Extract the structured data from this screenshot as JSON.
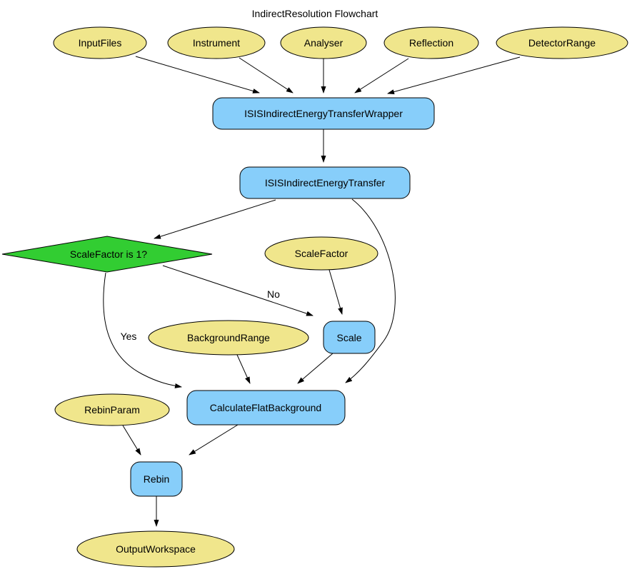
{
  "title": "IndirectResolution Flowchart",
  "nodes": {
    "input_files": {
      "label": "InputFiles",
      "type": "parameter"
    },
    "instrument": {
      "label": "Instrument",
      "type": "parameter"
    },
    "analyser": {
      "label": "Analyser",
      "type": "parameter"
    },
    "reflection": {
      "label": "Reflection",
      "type": "parameter"
    },
    "detector_range": {
      "label": "DetectorRange",
      "type": "parameter"
    },
    "wrapper": {
      "label": "ISISIndirectEnergyTransferWrapper",
      "type": "algorithm"
    },
    "transfer": {
      "label": "ISISIndirectEnergyTransfer",
      "type": "algorithm"
    },
    "scale_decision": {
      "label": "ScaleFactor is 1?",
      "type": "decision"
    },
    "scale_factor": {
      "label": "ScaleFactor",
      "type": "parameter"
    },
    "background_range": {
      "label": "BackgroundRange",
      "type": "parameter"
    },
    "scale": {
      "label": "Scale",
      "type": "algorithm"
    },
    "calculate_flat_background": {
      "label": "CalculateFlatBackground",
      "type": "algorithm"
    },
    "rebin_param": {
      "label": "RebinParam",
      "type": "parameter"
    },
    "rebin": {
      "label": "Rebin",
      "type": "algorithm"
    },
    "output_workspace": {
      "label": "OutputWorkspace",
      "type": "parameter"
    }
  },
  "edge_labels": {
    "no": "No",
    "yes": "Yes"
  },
  "colors": {
    "parameter": "#F0E68C",
    "algorithm": "#87CEFA",
    "decision": "#32CD32",
    "edge": "#000000",
    "text": "#000000",
    "background": "#FFFFFF"
  }
}
